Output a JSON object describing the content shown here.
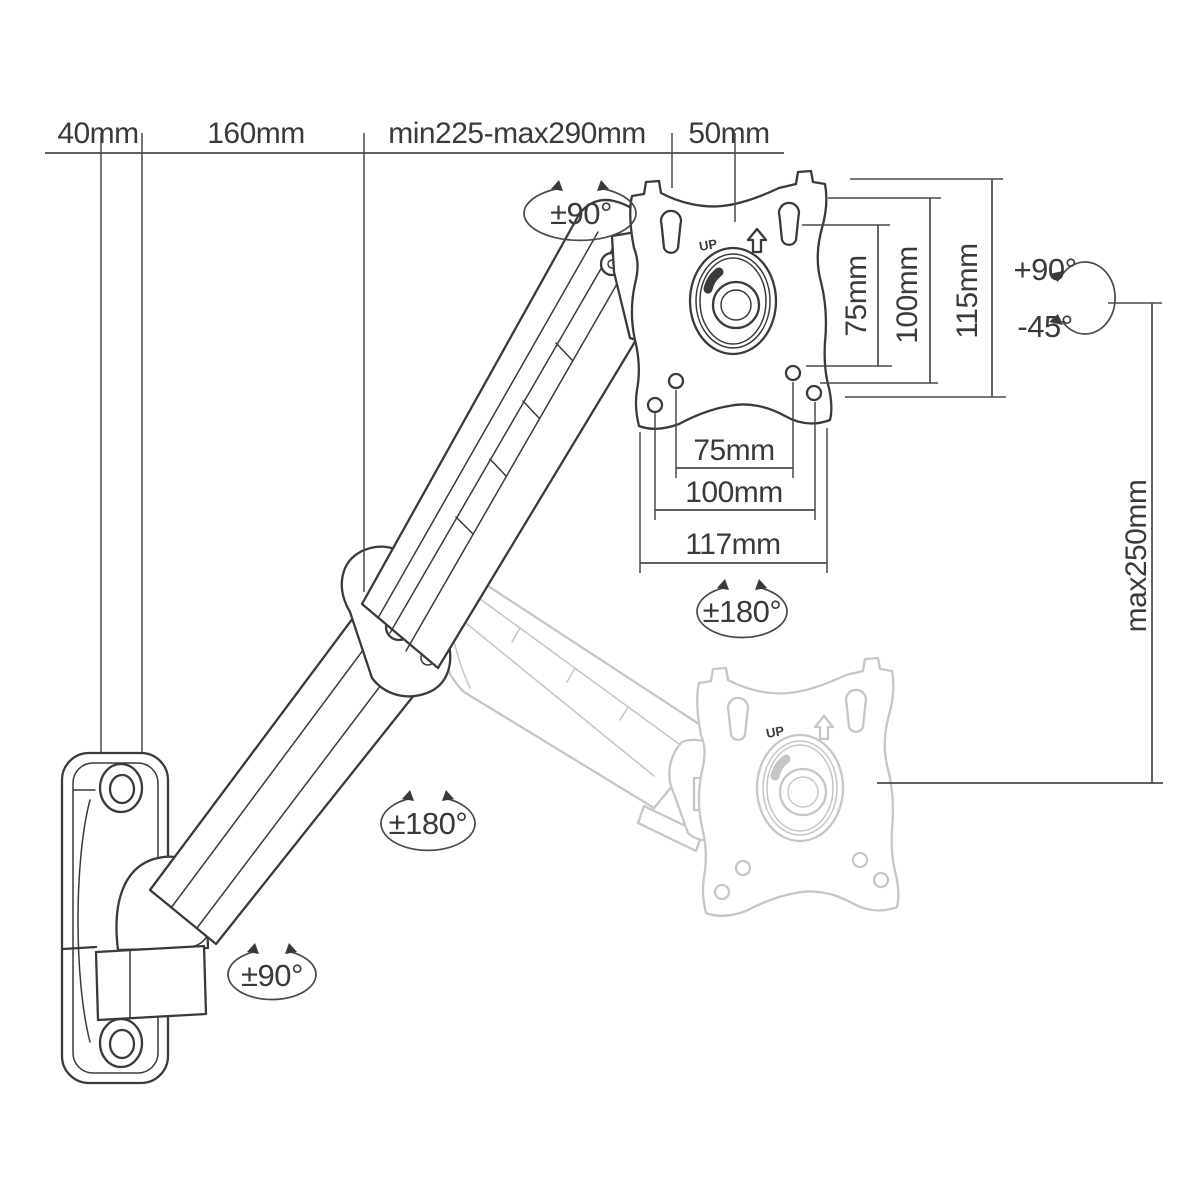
{
  "colors": {
    "line": "#3a3a3a",
    "ghost": "#c6c6c6",
    "dimension": "#4a4a4a",
    "background": "#ffffff"
  },
  "dimensions": {
    "top": {
      "wall_offset": "40mm",
      "lower_arm": "160mm",
      "extension_range": "min225-max290mm",
      "head": "50mm"
    },
    "vesa_vertical": {
      "inner": "75mm",
      "outer": "100mm",
      "plate": "115mm"
    },
    "vesa_horizontal": {
      "inner": "75mm",
      "outer": "100mm",
      "plate": "117mm"
    },
    "height": {
      "range": "max250mm"
    }
  },
  "rotations": {
    "head_swivel": "±90°",
    "head_rotate": "±180°",
    "arm_swivel": "±180°",
    "base_swivel": "±90°",
    "tilt_up": "+90°",
    "tilt_down": "-45°"
  },
  "plate": {
    "up_label": "UP"
  }
}
